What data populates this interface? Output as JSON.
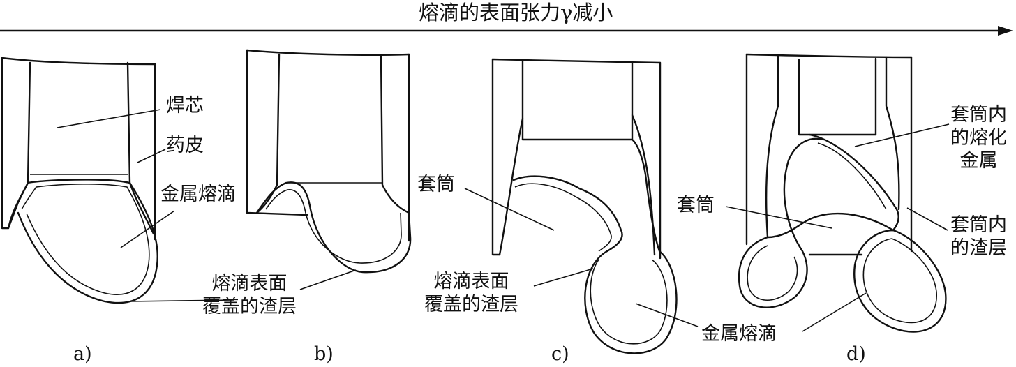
{
  "header": {
    "text": "熔滴的表面张力γ减小"
  },
  "panels": [
    {
      "caption": "a)",
      "labels": [
        "焊芯",
        "药皮",
        "金属熔滴",
        "熔滴表面",
        "覆盖的渣层"
      ]
    },
    {
      "caption": "b)"
    },
    {
      "caption": "c)",
      "labels": [
        "套筒",
        "熔滴表面",
        "覆盖的渣层",
        "金属熔滴"
      ]
    },
    {
      "caption": "d)",
      "labels": [
        "套筒内",
        "的熔化",
        "金属",
        "套筒",
        "套筒内",
        "的渣层"
      ]
    }
  ]
}
